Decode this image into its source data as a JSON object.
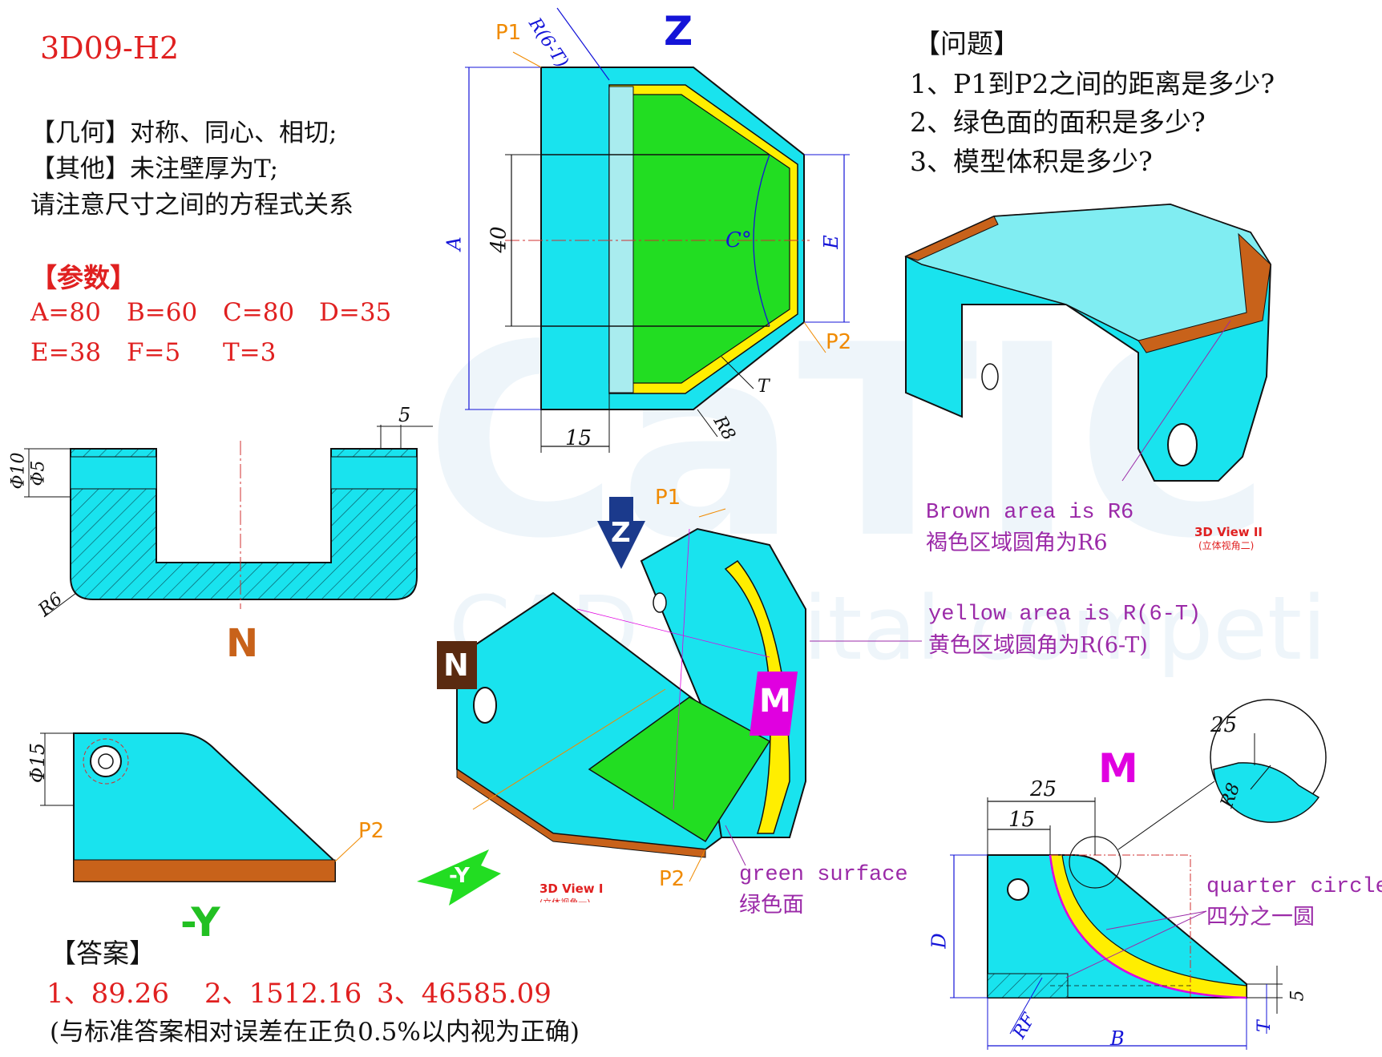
{
  "id": "3D09-H2",
  "notes": {
    "geometry": "【几何】对称、同心、相切;",
    "other": "【其他】未注壁厚为T;",
    "equation": "请注意尺寸之间的方程式关系"
  },
  "params": {
    "header": "【参数】",
    "row1": [
      "A=80",
      "B=60",
      "C=80",
      "D=35"
    ],
    "row2": [
      "E=38",
      "F=5",
      "T=3"
    ]
  },
  "questions": {
    "header": "【问题】",
    "items": [
      "1、P1到P2之间的距离是多少?",
      "2、绿色面的面积是多少?",
      "3、模型体积是多少?"
    ]
  },
  "answers": {
    "header": "【答案】",
    "values": [
      "1、89.26",
      "2、1512.16",
      "3、46585.09"
    ],
    "tolerance": "(与标准答案相对误差在正负0.5%以内视为正确)"
  },
  "views": {
    "z": "Z",
    "n": "N",
    "neg_y": "-Y",
    "m": "M",
    "view1": "3D View I",
    "view1_sub": "(立体视角一)",
    "view2": "3D View II",
    "view2_sub": "(立体视角二)"
  },
  "points": {
    "p1": "P1",
    "p2": "P2"
  },
  "dims": {
    "r6t": "R(6-T)",
    "a": "A",
    "d40": "40",
    "c": "C°",
    "e": "E",
    "t": "T",
    "r8": "R8",
    "d15": "15",
    "d5": "5",
    "phi10": "Φ10",
    "phi5": "Φ5",
    "r6": "R6",
    "phi15": "Φ15",
    "m25": "25",
    "m15": "15",
    "d": "D",
    "rf": "RF",
    "b": "B",
    "mt": "T",
    "m5": "5",
    "detail25": "25",
    "detail_r8": "R8"
  },
  "callouts": {
    "brown_en": "Brown area is R6",
    "brown_cn": "褐色区域圆角为R6",
    "yellow_en": "yellow area is R(6-T)",
    "yellow_cn": "黄色区域圆角为R(6-T)",
    "green_en": "green surface",
    "green_cn": "绿色面",
    "quarter_en": "quarter circle",
    "quarter_cn": "四分之一圆"
  },
  "watermark": {
    "main": "CaTIC",
    "sub": "CAD digital competi"
  },
  "colors": {
    "cyan": "#19e3ee",
    "green": "#22dd22",
    "yellow": "#ffee00",
    "brown": "#c8621a",
    "label_red": "#e02020",
    "callout_purple": "#9b2aa8",
    "point_orange": "#f08a00",
    "arrow_blue": "#1414d8",
    "arrow_magenta": "#e000e0"
  }
}
